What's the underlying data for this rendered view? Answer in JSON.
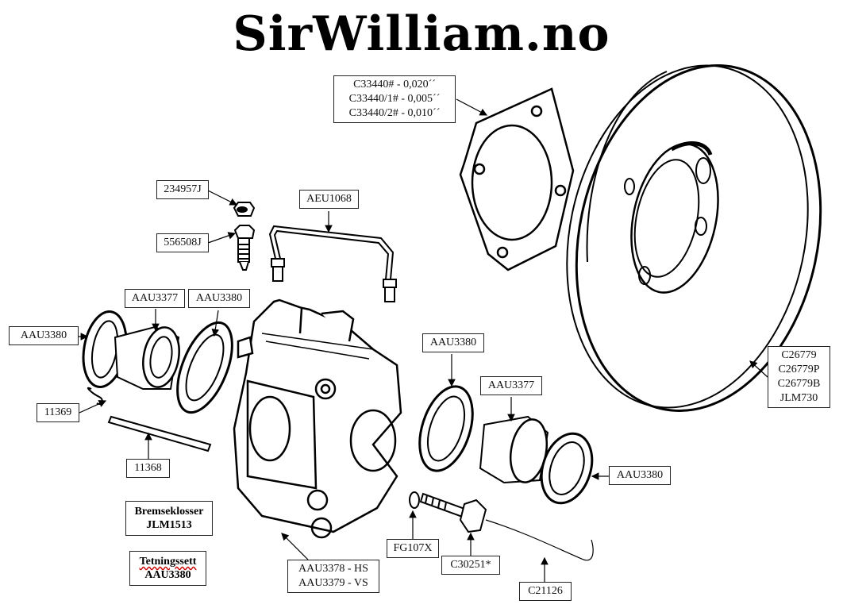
{
  "brand": "SirWilliam.no",
  "labels": {
    "shim": [
      "C33440# - 0,020´´",
      "C33440/1# - 0,005´´",
      "C33440/2# - 0,010´´"
    ],
    "cap": "234957J",
    "bleed": "556508J",
    "pipe": "AEU1068",
    "piston_left": "AAU3377",
    "seal_left_inner": "AAU3380",
    "seal_left_outer": "AAU3380",
    "clip": "11369",
    "pin": "11368",
    "seal_right_inner": "AAU3380",
    "piston_right": "AAU3377",
    "seal_right_outer": "AAU3380",
    "disc": [
      "C26779",
      "C26779P",
      "C26779B",
      "JLM730"
    ],
    "washer": "FG107X",
    "bolt": "C30251*",
    "wire": "C21126",
    "caliper": [
      "AAU3378 - HS",
      "AAU3379 - VS"
    ]
  },
  "notes": {
    "pads_title": "Bremseklosser",
    "pads_part": "JLM1513",
    "seal_kit_title": "Tetningssett",
    "seal_kit_part": "AAU3380"
  }
}
